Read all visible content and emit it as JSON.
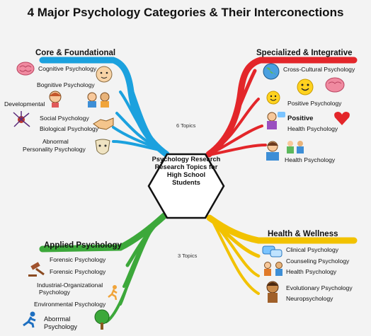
{
  "title": "4 Major Psychology Categories & Their Interconections",
  "center": {
    "line1": "Psychology Research",
    "line2": "Research Topics for",
    "line3": "High School",
    "line4": "Students"
  },
  "counts": {
    "upper": "6 Topics",
    "lower": "3 Topics"
  },
  "colors": {
    "core": "#1ba1de",
    "specialized": "#e3262a",
    "applied": "#3ca83a",
    "health": "#f2c200"
  },
  "categories": {
    "core": {
      "title": "Core & Foundational",
      "items": [
        "Cognitive Psychology",
        "Bognitive Psychology",
        "Developmental",
        "Social Psychology",
        "Biological Psychology",
        "Abnormal",
        "Personality Psychology"
      ]
    },
    "specialized": {
      "title": "Specialized & Integrative",
      "items": [
        "Cross-Cultural Psychology",
        "Positive Psychology",
        "Positive",
        "Health Psychology",
        "Health Psychology"
      ]
    },
    "applied": {
      "title": "Applied Psychology",
      "items": [
        "Forensic Psychology",
        "Forensic Psychology",
        "Industrial-Organizational",
        "Psychology",
        "Environmental Psychology",
        "Aborrmal",
        "Psychology"
      ]
    },
    "health": {
      "title": "Health & Wellness",
      "items": [
        "Clinical Psychology",
        "Counseling Psychology",
        "Health Psychology",
        "Evolutionary Psychology",
        "Neuropsychology"
      ]
    }
  }
}
